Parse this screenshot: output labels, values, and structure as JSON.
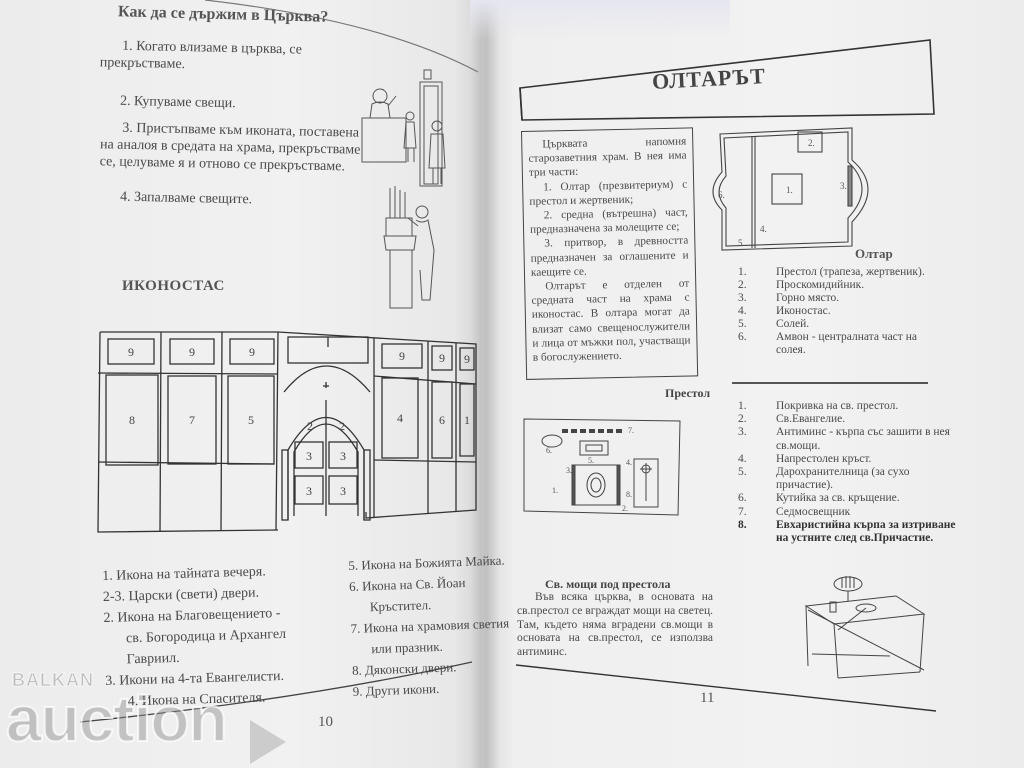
{
  "left_page": {
    "heading": "Как да се държим в Църква?",
    "steps": [
      "1. Когато влизаме в църква, се прекръстваме.",
      "2. Купуваме свещи.",
      "3. Пристъпваме към иконата, поставена на аналоя в средата на храма, прекръстваме се, целуваме я и отново се прекръстваме.",
      "4. Запалваме свещите."
    ],
    "iconostasis_heading": "ИКОНОСТАС",
    "diagram_labels": {
      "top_left": [
        "9",
        "9",
        "9"
      ],
      "top_right": [
        "9",
        "9",
        "9"
      ],
      "panels_left": [
        "8",
        "7",
        "5"
      ],
      "panels_right": [
        "4",
        "6",
        "1"
      ],
      "door_left": [
        "2",
        "3",
        "3"
      ],
      "door_right": [
        "2",
        "3",
        "3"
      ]
    },
    "legend_left": [
      "1. Икона на тайната вечеря.",
      "2-3. Царски (свети) двери.",
      "2. Икона на Благовещението -",
      "св. Богородица и Архангел",
      "Гавриил.",
      "3. Икони на 4-та Евангелисти.",
      "4. Икона на Спасителя."
    ],
    "legend_right": [
      "5. Икона на Божията Майка.",
      "6. Икона на Св. Йоан",
      "Кръстител.",
      "7. Икона на храмовия светия",
      "или празник.",
      "8. Дяконски двери.",
      "9. Други икони."
    ],
    "page_number": "10"
  },
  "right_page": {
    "title": "ОЛТАРЪТ",
    "intro": {
      "p1": "Църквата напомня старозаветния храм. В нея има три части:",
      "p2": "1. Олтар (презвитериум) с престол и жертвеник;",
      "p3": "2. средна (вътрешна) част, предназначена за молещите се;",
      "p4": "3. притвор, в древността предназначен за оглашените и каещите се.",
      "p5": "Олтарът е отделен от средната част на храма с иконостас. В олтара могат да влизат само свещенослужители и лица от мъжки пол, участващи в богослужението."
    },
    "plan_labels": [
      "1.",
      "2.",
      "3.",
      "4.",
      "5.",
      "6."
    ],
    "altar_caption": "Олтар",
    "altar_list": [
      {
        "n": "1.",
        "t": "Престол (трапеза, жертвеник)."
      },
      {
        "n": "2.",
        "t": "Проскомидийник."
      },
      {
        "n": "3.",
        "t": "Горно място."
      },
      {
        "n": "4.",
        "t": "Иконостас."
      },
      {
        "n": "5.",
        "t": "Солей."
      },
      {
        "n": "6.",
        "t": "Амвон - централната част на солея."
      }
    ],
    "prestol_caption": "Престол",
    "prestol_list": [
      {
        "n": "1.",
        "t": "Покривка на св. престол."
      },
      {
        "n": "2.",
        "t": "Св.Евангелие."
      },
      {
        "n": "3.",
        "t": "Антиминс - кърпа със зашити в нея св.мощи."
      },
      {
        "n": "4.",
        "t": "Напрестолен кръст."
      },
      {
        "n": "5.",
        "t": "Дарохранителница (за сухо причастие)."
      },
      {
        "n": "6.",
        "t": "Кутийка за св. кръщение."
      },
      {
        "n": "7.",
        "t": "Седмосвещник"
      },
      {
        "n": "8.",
        "t": "Евхаристийна кърпа за изтриване на устните след св.Причастие."
      }
    ],
    "prestol_labels": [
      "1.",
      "2.",
      "3.",
      "4.",
      "5.",
      "6.",
      "7.",
      "8."
    ],
    "relics_title": "Св. мощи под престола",
    "relics_text": "Във всяка църква, в основата на св.престол се вграждат мощи на светец. Там, където няма вградени св.мощи в основата на св.престол, се използва антиминс.",
    "page_number": "11"
  },
  "watermark": {
    "line1": "BALKAN",
    "line2": "auction"
  }
}
